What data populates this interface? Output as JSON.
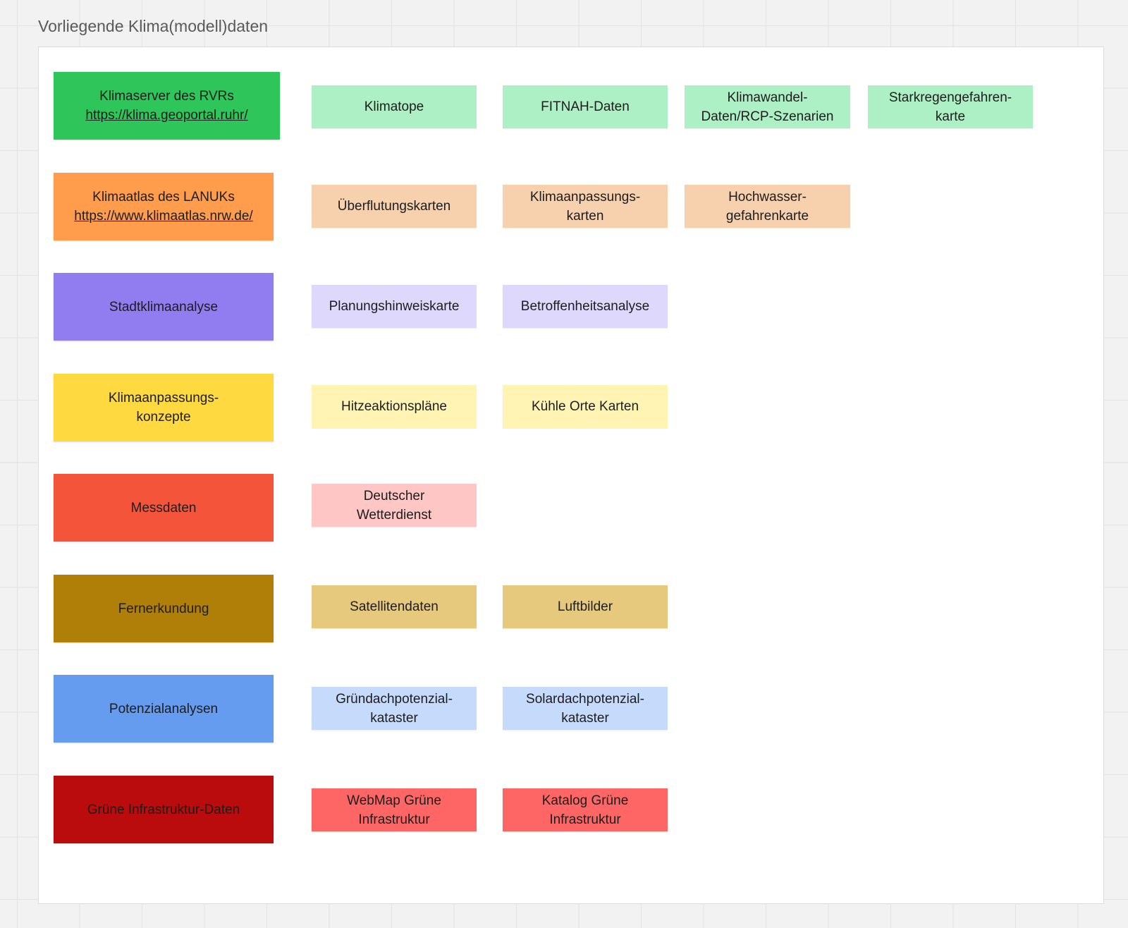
{
  "frame": {
    "title": "Vorliegende Klima(modell)daten"
  },
  "rows": [
    {
      "category": {
        "lines": [
          "Klimaserver des RVRs",
          "https://klima.geoportal.ruhr/"
        ],
        "color": "#2ec65a"
      },
      "item_color": "#aef0c6",
      "items": [
        {
          "lines": [
            "Klimatope"
          ]
        },
        {
          "lines": [
            "FITNAH-Daten"
          ]
        },
        {
          "lines": [
            "Klimawandel-",
            "Daten/RCP-Szenarien"
          ]
        },
        {
          "lines": [
            "Starkregengefahren-",
            "karte"
          ]
        }
      ]
    },
    {
      "category": {
        "lines": [
          "Klimaatlas des LANUKs",
          "https://www.klimaatlas.nrw.de/"
        ],
        "color": "#ff9d4d"
      },
      "item_color": "#f7d1ad",
      "items": [
        {
          "lines": [
            "Überflutungskarten"
          ]
        },
        {
          "lines": [
            "Klimaanpassungs-",
            "karten"
          ]
        },
        {
          "lines": [
            "Hochwasser-",
            "gefahrenkarte"
          ]
        }
      ]
    },
    {
      "category": {
        "lines": [
          "Stadtklimaanalyse"
        ],
        "color": "#917cf0"
      },
      "item_color": "#ded8fc",
      "items": [
        {
          "lines": [
            "Planungshinweiskarte"
          ]
        },
        {
          "lines": [
            "Betroffenheitsanalyse"
          ]
        }
      ]
    },
    {
      "category": {
        "lines": [
          "Klimaanpassungs-",
          "konzepte"
        ],
        "color": "#ffd940"
      },
      "item_color": "#fff4b3",
      "items": [
        {
          "lines": [
            "Hitzeaktionspläne"
          ]
        },
        {
          "lines": [
            "Kühle Orte Karten"
          ]
        }
      ]
    },
    {
      "category": {
        "lines": [
          "Messdaten"
        ],
        "color": "#f4553a"
      },
      "item_color": "#fec6c5",
      "items": [
        {
          "lines": [
            "Deutscher",
            "Wetterdienst"
          ]
        }
      ]
    },
    {
      "category": {
        "lines": [
          "Fernerkundung"
        ],
        "color": "#b07f07"
      },
      "item_color": "#e6c97d",
      "items": [
        {
          "lines": [
            "Satellitendaten"
          ]
        },
        {
          "lines": [
            "Luftbilder"
          ]
        }
      ]
    },
    {
      "category": {
        "lines": [
          "Potenzialanalysen"
        ],
        "color": "#659cf0"
      },
      "item_color": "#c6dafb",
      "items": [
        {
          "lines": [
            "Gründachpotenzial-",
            "kataster"
          ]
        },
        {
          "lines": [
            "Solardachpotenzial-",
            "kataster"
          ]
        }
      ]
    },
    {
      "category": {
        "lines": [
          "Grüne Infrastruktur-Daten"
        ],
        "color": "#ba0c0c"
      },
      "item_color": "#fe6666",
      "items": [
        {
          "lines": [
            "WebMap Grüne",
            "Infrastruktur"
          ]
        },
        {
          "lines": [
            "Katalog Grüne",
            "Infrastruktur"
          ]
        }
      ]
    }
  ]
}
